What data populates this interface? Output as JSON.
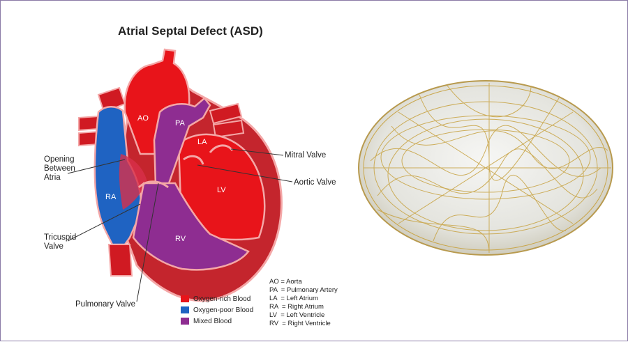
{
  "diagram": {
    "title": "Atrial Septal Defect (ASD)",
    "labels": {
      "opening": [
        "Opening",
        "Between",
        "Atria"
      ],
      "tricuspid": [
        "Tricuspid",
        "Valve"
      ],
      "pulmonary_valve": "Pulmonary Valve",
      "mitral_valve": "Mitral Valve",
      "aortic_valve": "Aortic Valve"
    },
    "chambers": {
      "ao": "AO",
      "pa": "PA",
      "la": "LA",
      "lv": "LV",
      "ra": "RA",
      "rv": "RV"
    },
    "legend": [
      {
        "label": "Oxygen-rich Blood",
        "color": "#e8141a"
      },
      {
        "label": "Oxygen-poor Blood",
        "color": "#1f63c2"
      },
      {
        "label": "Mixed Blood",
        "color": "#8e2d91"
      }
    ],
    "abbreviations": [
      "AO = Aorta",
      "PA  = Pulmonary Artery",
      "LA  = Left Atrium",
      "RA  = Right Atrium",
      "LV  = Left Ventricle",
      "RV  = Right Ventricle"
    ]
  },
  "colors": {
    "oxygen_rich": "#e8141a",
    "oxygen_poor": "#1f63c2",
    "mixed": "#8e2d91",
    "heart_wall": "#c4252d",
    "wall_highlight": "#f4a7a7",
    "occluder_wire": "#c9a64a"
  }
}
